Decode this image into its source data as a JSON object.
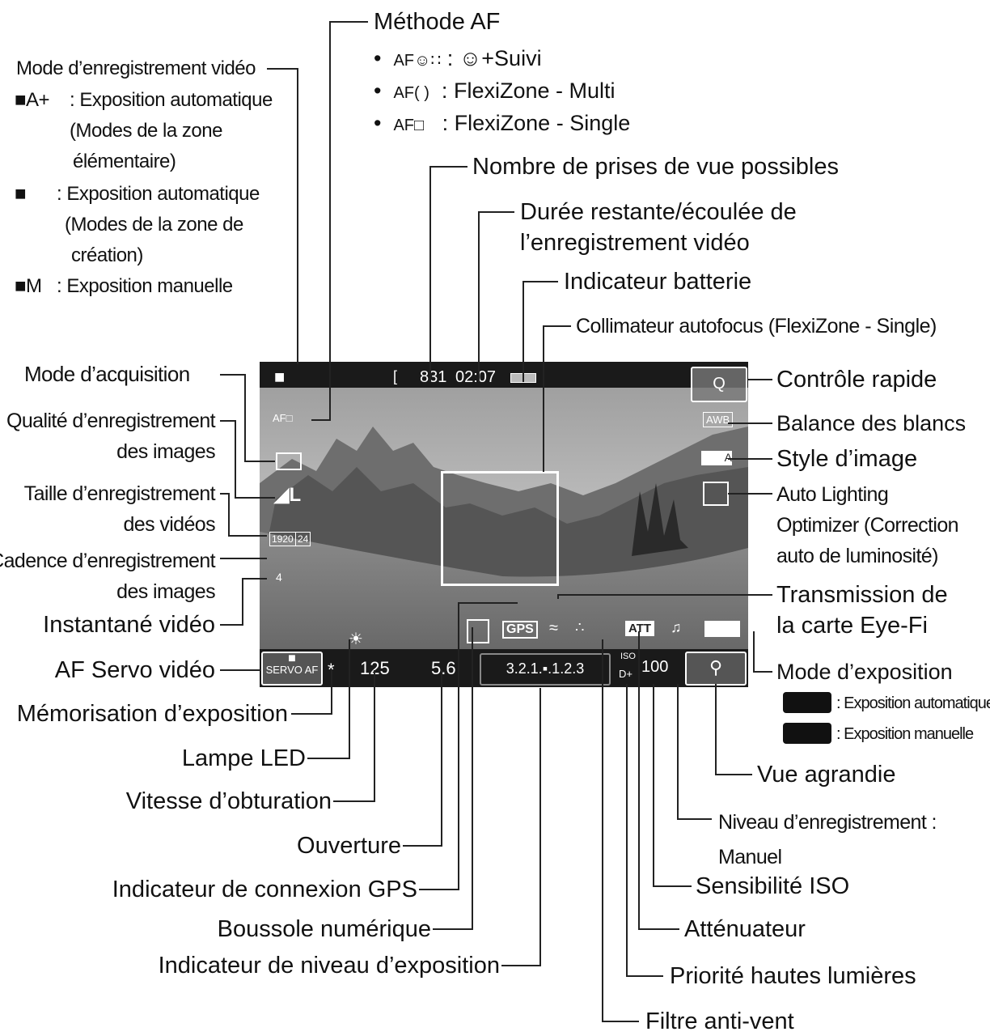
{
  "title": "Méthode AF",
  "af_methods": [
    {
      "icon": "AF☺∷",
      "sep": ":",
      "text": "☺+Suivi"
    },
    {
      "icon": "AF( )",
      "sep": ":",
      "text": "FlexiZone - Multi"
    },
    {
      "icon": "AF□",
      "sep": ":",
      "text": "FlexiZone - Single"
    }
  ],
  "video_mode": {
    "heading": "Mode d’enregistrement vidéo",
    "items": [
      {
        "icon": "■A+",
        "lines": [
          "Exposition automatique",
          "(Modes de la zone",
          "élémentaire)"
        ]
      },
      {
        "icon": "■",
        "lines": [
          "Exposition automatique",
          "(Modes de la zone de",
          "création)"
        ]
      },
      {
        "icon": "■M",
        "lines": [
          "Exposition manuelle"
        ]
      }
    ]
  },
  "labels_top": {
    "shots": "Nombre de prises de vue possibles",
    "time": [
      "Durée restante/écoulée de",
      "l’enregistrement vidéo"
    ],
    "battery": "Indicateur batterie",
    "af_point": "Collimateur autofocus (FlexiZone - Single)"
  },
  "labels_left": {
    "drive": "Mode d’acquisition",
    "quality": [
      "Qualité d’enregistrement",
      "des images"
    ],
    "size": [
      "Taille d’enregistrement",
      "des vidéos"
    ],
    "rate": [
      "Cadence d’enregistrement",
      "des images"
    ],
    "snapshot": "Instantané vidéo",
    "servo": "AF Servo vidéo",
    "ae_lock": "Mémorisation d’exposition",
    "led": "Lampe LED",
    "shutter": "Vitesse d’obturation",
    "aperture": "Ouverture",
    "gps": "Indicateur de connexion GPS",
    "compass": "Boussole numérique",
    "exposure_level": "Indicateur de niveau d’exposition"
  },
  "labels_right": {
    "quick": "Contrôle rapide",
    "wb": "Balance des blancs",
    "style": "Style d’image",
    "alo": [
      "Auto Lighting",
      "Optimizer (Correction",
      "auto de luminosité)"
    ],
    "eyefi": [
      "Transmission de",
      "la carte Eye-Fi"
    ],
    "exposure_mode": "Mode d’exposition",
    "exposure_mode_items": [
      ": Exposition automatique",
      ": Exposition manuelle"
    ],
    "zoom": "Vue agrandie",
    "rec_level": [
      "Niveau d’enregistrement :",
      "Manuel"
    ],
    "iso": "Sensibilité ISO",
    "attenuator": "Atténuateur",
    "highlight": "Priorité hautes lumières",
    "wind": "Filtre anti-vent"
  },
  "screen": {
    "shots": "831",
    "time": "02:07",
    "af": "AF□",
    "quick": "Q",
    "wb": "AWB",
    "style": "A",
    "size": "1920",
    "rate": "24",
    "snapshot": "4",
    "shutter": "125",
    "aperture": "5.6",
    "meter": "3.2.1.▪.1.2.3",
    "iso_label": "ISO",
    "iso_value": "100",
    "dplus": "D+",
    "gps": "GPS",
    "att": "ATT",
    "servo": "SERVO AF",
    "ae": "*"
  },
  "colors": {
    "sky": "#d8d8d8",
    "mountain": "#6a6a6a",
    "meadow": "#8c8c8c",
    "bar": "#1a1a1a"
  }
}
